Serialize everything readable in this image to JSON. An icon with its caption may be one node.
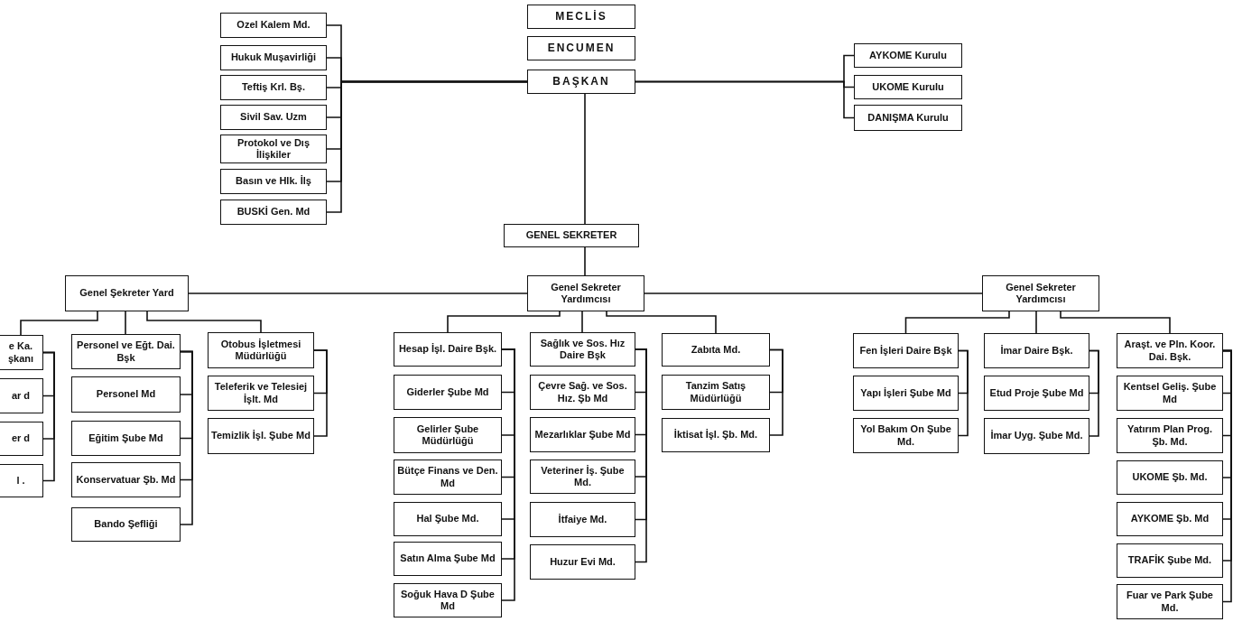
{
  "diagram": {
    "nodes": [
      {
        "text": [
          "MECLİS"
        ]
      },
      {
        "text": [
          "ENCUMEN"
        ]
      },
      {
        "text": [
          "BAŞKAN"
        ]
      },
      {
        "text": [
          "Ozel Kalem Md."
        ]
      },
      {
        "text": [
          "Hukuk Muşavirliği"
        ]
      },
      {
        "text": [
          "Teftiş Krl. Bş."
        ]
      },
      {
        "text": [
          "Sivil Sav. Uzm"
        ]
      },
      {
        "text": [
          "Protokol ve Dış İlişkiler"
        ]
      },
      {
        "text": [
          "Basın ve Hlk. İlş"
        ]
      },
      {
        "text": [
          "BUSKİ Gen. Md"
        ]
      },
      {
        "text": [
          "AYKOME Kurulu"
        ]
      },
      {
        "text": [
          "UKOME Kurulu"
        ]
      },
      {
        "text": [
          "DANIŞMA Kurulu"
        ]
      },
      {
        "text": [
          "GENEL SEKRETER"
        ]
      },
      {
        "text": [
          "Genel Şekreter Yard"
        ]
      },
      {
        "text": [
          "Genel Sekreter Yardımcısı"
        ]
      },
      {
        "text": [
          "Genel Sekreter Yardımcısı"
        ]
      },
      {
        "text": [
          "e Ka. şkanı"
        ]
      },
      {
        "text": [
          "ar d"
        ]
      },
      {
        "text": [
          "er d"
        ]
      },
      {
        "text": [
          "l ."
        ]
      },
      {
        "text": [
          "Personel ve Eğt. Dai. Bşk"
        ]
      },
      {
        "text": [
          "Personel Md"
        ]
      },
      {
        "text": [
          "Eğitim Şube Md"
        ]
      },
      {
        "text": [
          "Konservatuar Şb. Md"
        ]
      },
      {
        "text": [
          "Bando Şefliği"
        ]
      },
      {
        "text": [
          "Otobus İşletmesi Müdürlüğü"
        ]
      },
      {
        "text": [
          "Teleferik ve Telesiej İşlt. Md"
        ]
      },
      {
        "text": [
          "Temizlik İşl. Şube Md"
        ]
      },
      {
        "text": [
          "Hesap İşl. Daire Bşk."
        ]
      },
      {
        "text": [
          "Giderler Şube Md"
        ]
      },
      {
        "text": [
          "Gelirler Şube Müdürlüğü"
        ]
      },
      {
        "text": [
          "Bütçe Finans ve Den. Md"
        ]
      },
      {
        "text": [
          "Hal Şube Md."
        ]
      },
      {
        "text": [
          "Satın Alma Şube Md"
        ]
      },
      {
        "text": [
          "Soğuk Hava D Şube Md"
        ]
      },
      {
        "text": [
          "Sağlık ve Sos. Hız Daire Bşk"
        ]
      },
      {
        "text": [
          "Çevre Sağ. ve Sos. Hız. Şb Md"
        ]
      },
      {
        "text": [
          "Mezarlıklar Şube Md"
        ]
      },
      {
        "text": [
          "Veteriner İş. Şube Md."
        ]
      },
      {
        "text": [
          "İtfaiye Md."
        ]
      },
      {
        "text": [
          "Huzur Evi Md."
        ]
      },
      {
        "text": [
          "Zabıta Md."
        ]
      },
      {
        "text": [
          "Tanzim Satış Müdürlüğü"
        ]
      },
      {
        "text": [
          "İktisat İşl. Şb. Md."
        ]
      },
      {
        "text": [
          "Fen İşleri Daire Bşk"
        ]
      },
      {
        "text": [
          "Yapı İşleri Şube Md"
        ]
      },
      {
        "text": [
          "Yol Bakım On Şube Md."
        ]
      },
      {
        "text": [
          "İmar Daire Bşk."
        ]
      },
      {
        "text": [
          "Etud Proje Şube Md"
        ]
      },
      {
        "text": [
          "İmar Uyg. Şube Md."
        ]
      },
      {
        "text": [
          "Araşt. ve Pln. Koor. Dai. Bşk."
        ]
      },
      {
        "text": [
          "Kentsel Geliş. Şube Md"
        ]
      },
      {
        "text": [
          "Yatırım Plan Prog. Şb. Md."
        ]
      },
      {
        "text": [
          "UKOME Şb. Md."
        ]
      },
      {
        "text": [
          "AYKOME Şb. Md"
        ]
      },
      {
        "text": [
          "TRAFİK Şube Md."
        ]
      },
      {
        "text": [
          "Fuar ve Park Şube Md."
        ]
      }
    ],
    "edges": [
      {
        "from": 2,
        "to": 3,
        "arrow": "none"
      },
      {
        "from": 2,
        "to": 4,
        "arrow": "none"
      },
      {
        "from": 2,
        "to": 5,
        "arrow": "none"
      },
      {
        "from": 2,
        "to": 6,
        "arrow": "none"
      },
      {
        "from": 2,
        "to": 7,
        "arrow": "none"
      },
      {
        "from": 2,
        "to": 8,
        "arrow": "none"
      },
      {
        "from": 2,
        "to": 9,
        "arrow": "none"
      },
      {
        "from": 2,
        "to": 10,
        "arrow": "none"
      },
      {
        "from": 2,
        "to": 11,
        "arrow": "none"
      },
      {
        "from": 2,
        "to": 12,
        "arrow": "none"
      },
      {
        "from": 2,
        "to": 13,
        "arrow": "none"
      },
      {
        "from": 13,
        "to": 15,
        "arrow": "none"
      },
      {
        "from": 15,
        "to": 14,
        "arrow": "none"
      },
      {
        "from": 15,
        "to": 16,
        "arrow": "none"
      },
      {
        "from": 14,
        "to": 17,
        "arrow": "none"
      },
      {
        "from": 17,
        "to": 18,
        "arrow": "none"
      },
      {
        "from": 17,
        "to": 19,
        "arrow": "none"
      },
      {
        "from": 17,
        "to": 20,
        "arrow": "none"
      },
      {
        "from": 14,
        "to": 21,
        "arrow": "none"
      },
      {
        "from": 21,
        "to": 22,
        "arrow": "none"
      },
      {
        "from": 21,
        "to": 23,
        "arrow": "none"
      },
      {
        "from": 21,
        "to": 24,
        "arrow": "none"
      },
      {
        "from": 21,
        "to": 25,
        "arrow": "none"
      },
      {
        "from": 14,
        "to": 26,
        "arrow": "none"
      },
      {
        "from": 26,
        "to": 27,
        "arrow": "none"
      },
      {
        "from": 26,
        "to": 28,
        "arrow": "none"
      },
      {
        "from": 15,
        "to": 29,
        "arrow": "none"
      },
      {
        "from": 29,
        "to": 30,
        "arrow": "none"
      },
      {
        "from": 29,
        "to": 31,
        "arrow": "none"
      },
      {
        "from": 29,
        "to": 32,
        "arrow": "none"
      },
      {
        "from": 29,
        "to": 33,
        "arrow": "none"
      },
      {
        "from": 29,
        "to": 34,
        "arrow": "none"
      },
      {
        "from": 29,
        "to": 35,
        "arrow": "none"
      },
      {
        "from": 15,
        "to": 36,
        "arrow": "none"
      },
      {
        "from": 36,
        "to": 37,
        "arrow": "none"
      },
      {
        "from": 36,
        "to": 38,
        "arrow": "none"
      },
      {
        "from": 36,
        "to": 39,
        "arrow": "none"
      },
      {
        "from": 36,
        "to": 40,
        "arrow": "none"
      },
      {
        "from": 36,
        "to": 41,
        "arrow": "none"
      },
      {
        "from": 15,
        "to": 42,
        "arrow": "none"
      },
      {
        "from": 42,
        "to": 43,
        "arrow": "none"
      },
      {
        "from": 42,
        "to": 44,
        "arrow": "none"
      },
      {
        "from": 16,
        "to": 45,
        "arrow": "none"
      },
      {
        "from": 45,
        "to": 46,
        "arrow": "none"
      },
      {
        "from": 45,
        "to": 47,
        "arrow": "none"
      },
      {
        "from": 16,
        "to": 48,
        "arrow": "none"
      },
      {
        "from": 48,
        "to": 49,
        "arrow": "none"
      },
      {
        "from": 48,
        "to": 50,
        "arrow": "none"
      },
      {
        "from": 16,
        "to": 51,
        "arrow": "none"
      },
      {
        "from": 51,
        "to": 52,
        "arrow": "none"
      },
      {
        "from": 51,
        "to": 53,
        "arrow": "none"
      },
      {
        "from": 51,
        "to": 54,
        "arrow": "none"
      },
      {
        "from": 51,
        "to": 55,
        "arrow": "none"
      },
      {
        "from": 51,
        "to": 56,
        "arrow": "none"
      },
      {
        "from": 51,
        "to": 57,
        "arrow": "none"
      }
    ]
  }
}
